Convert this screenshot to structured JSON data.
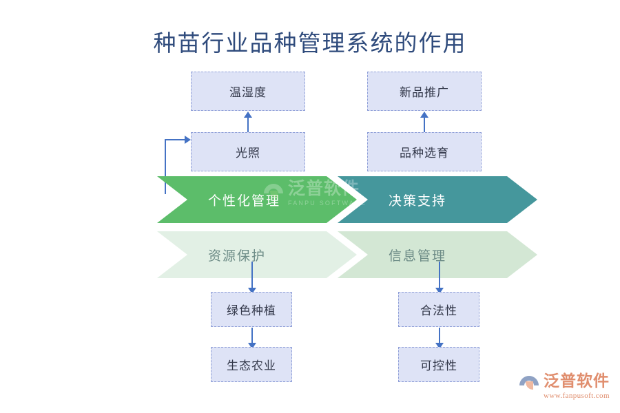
{
  "page": {
    "title": "种苗行业品种管理系统的作用",
    "background_color": "#ffffff",
    "title_color": "#2f4b7c"
  },
  "nodes": {
    "top_left_upper": "温湿度",
    "top_left_lower": "光照",
    "top_right_upper": "新品推广",
    "top_right_lower": "品种选育",
    "bottom_left_upper": "绿色种植",
    "bottom_left_lower": "生态农业",
    "bottom_right_upper": "合法性",
    "bottom_right_lower": "可控性"
  },
  "chevrons": [
    {
      "label": "个性化管理",
      "color": "#5cbd6a",
      "text_color": "#ffffff",
      "row": "upper",
      "column": "left"
    },
    {
      "label": "决策支持",
      "color": "#45979c",
      "text_color": "#ffffff",
      "row": "upper",
      "column": "right"
    },
    {
      "label": "资源保护",
      "color": "#e2f0e5",
      "text_color": "#6c8b86",
      "row": "lower",
      "column": "left"
    },
    {
      "label": "信息管理",
      "color": "#d3e7d4",
      "text_color": "#6c8b86",
      "row": "lower",
      "column": "right"
    }
  ],
  "watermark": {
    "brand_cn": "泛普软件",
    "brand_en": "FANPU SOFTWARE"
  },
  "logo": {
    "brand_cn": "泛普软件",
    "url": "www.fanpusoft.com",
    "color": "#e08e6e"
  }
}
